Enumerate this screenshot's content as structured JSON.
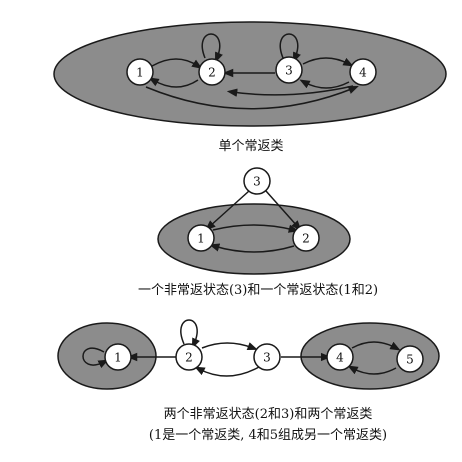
{
  "figure": {
    "panels": [
      {
        "id": "single-recurrent-class",
        "caption_lines": [
          "单个常返类"
        ],
        "states": [
          "1",
          "2",
          "3",
          "4"
        ]
      },
      {
        "id": "transient-and-recurrent",
        "caption_lines": [
          "一个非常返状态(3)和一个常返状态(1和2)"
        ],
        "states": [
          "3",
          "1",
          "2"
        ]
      },
      {
        "id": "two-transient-two-recurrent-classes",
        "caption_lines": [
          "两个非常返状态(2和3)和两个常返类",
          "(1是一个常返类, 4和5组成另一个常返类)"
        ],
        "states": [
          "1",
          "2",
          "3",
          "4",
          "5"
        ]
      }
    ]
  },
  "colors": {
    "class_fill": "#8c8c8c",
    "node_fill": "#ffffff",
    "stroke": "#1a1a1a"
  }
}
